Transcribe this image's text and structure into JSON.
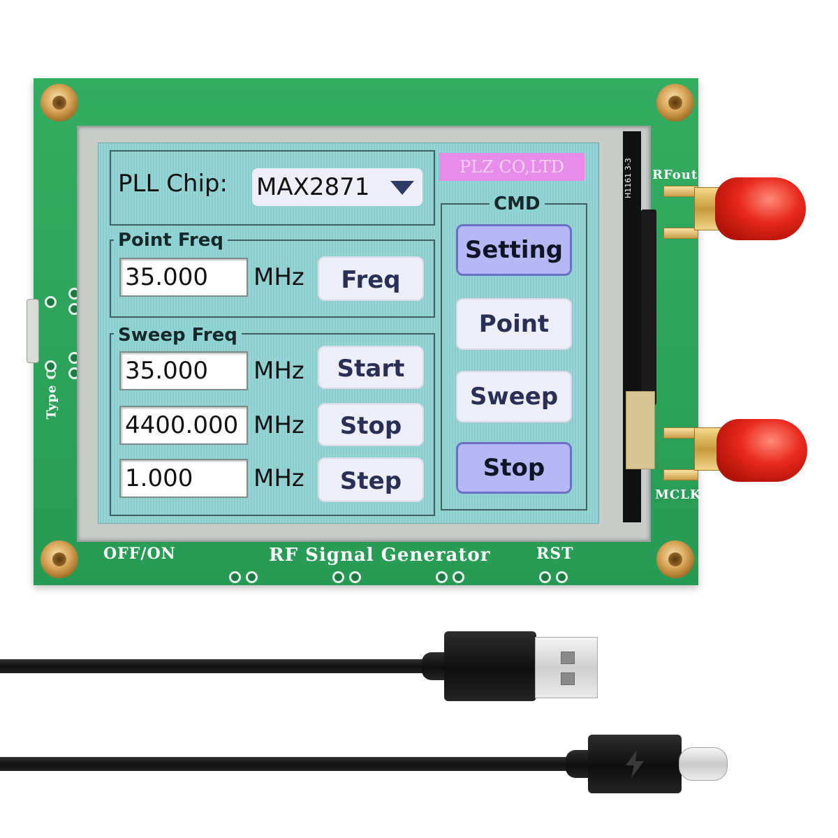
{
  "screen": {
    "pll_chip_label": "PLL Chip:",
    "pll_chip_value": "MAX2871",
    "brand": "PLZ CO,LTD",
    "point_freq": {
      "title": "Point Freq",
      "value": "35.000",
      "unit": "MHz",
      "button": "Freq"
    },
    "sweep_freq": {
      "title": "Sweep Freq",
      "rows": [
        {
          "value": "35.000",
          "unit": "MHz",
          "button": "Start"
        },
        {
          "value": "4400.000",
          "unit": "MHz",
          "button": "Stop"
        },
        {
          "value": "1.000",
          "unit": "MHz",
          "button": "Step"
        }
      ]
    },
    "cmd": {
      "title": "CMD",
      "buttons": [
        {
          "label": "Setting",
          "active": true
        },
        {
          "label": "Point",
          "active": false
        },
        {
          "label": "Sweep",
          "active": false
        },
        {
          "label": "Stop",
          "active": true
        }
      ]
    }
  },
  "board": {
    "title": "RF Signal Generator",
    "off_on": "OFF/ON",
    "rst": "RST",
    "rfout": "RFout",
    "mclk": "MCLK",
    "type_c": "Type C",
    "flex_label": "H1161 3-3"
  },
  "icons": {
    "dropdown": "triangle-down-icon",
    "usbc_plug_symbol": "lightning-icon"
  },
  "colors": {
    "pcb": "#2aa35a",
    "lcd": "#8fd2d3",
    "active_button": "#b5b8f5",
    "brand_bg": "#e88ce9",
    "connector_cap": "#e8281c"
  }
}
